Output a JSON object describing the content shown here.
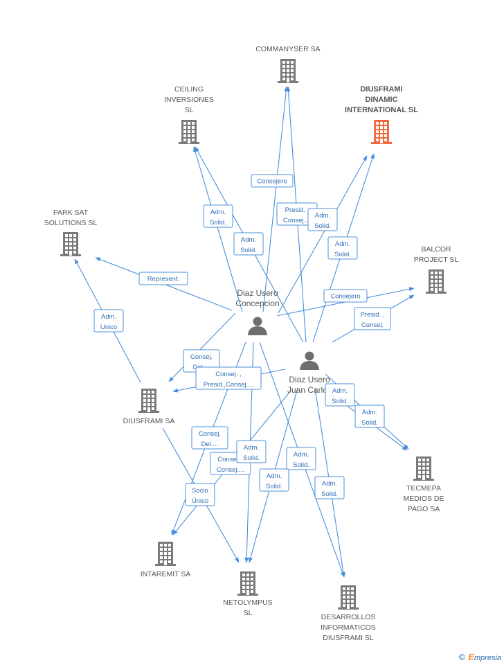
{
  "colors": {
    "edge": "#4a8fdc",
    "company": "#7a7a7a",
    "highlight": "#f26a3d",
    "person": "#6e6e6e"
  },
  "nodes": {
    "commanyser": {
      "kind": "company",
      "label": [
        "COMMANYSER SA"
      ]
    },
    "ceiling": {
      "kind": "company",
      "label": [
        "CEILING",
        "INVERSIONES",
        "SL"
      ]
    },
    "diusframi_dinamic": {
      "kind": "company",
      "highlight": true,
      "label": [
        "DIUSFRAMI",
        "DINAMIC",
        "INTERNATIONAL SL"
      ]
    },
    "park_sat": {
      "kind": "company",
      "label": [
        "PARK SAT",
        "SOLUTIONS SL"
      ]
    },
    "balcor": {
      "kind": "company",
      "label": [
        "BALCOR",
        "PROJECT SL"
      ]
    },
    "diusframi_sa": {
      "kind": "company",
      "label": [
        "DIUSFRAMI SA"
      ]
    },
    "tecmepa": {
      "kind": "company",
      "label": [
        "TECMEPA",
        "MEDIOS DE",
        "PAGO SA"
      ]
    },
    "intaremit": {
      "kind": "company",
      "label": [
        "INTAREMIT SA"
      ]
    },
    "netolympus": {
      "kind": "company",
      "label": [
        "NETOLYMPUS",
        "SL"
      ]
    },
    "desarrollos": {
      "kind": "company",
      "label": [
        "DESARROLLOS",
        "INFORMATICOS",
        "DIUSFRAMI SL"
      ]
    },
    "concepcion": {
      "kind": "person",
      "label": [
        "Diaz Usero",
        "Concepcion"
      ]
    },
    "juan_carlos": {
      "kind": "person",
      "label": [
        "Diaz Usero",
        "Juan Carlos"
      ]
    }
  },
  "relations": [
    {
      "id": "r1",
      "lines": [
        "Consejero"
      ]
    },
    {
      "id": "r2",
      "lines": [
        "Adm.",
        "Solid."
      ]
    },
    {
      "id": "r3",
      "lines": [
        "Adm.",
        "Solid."
      ]
    },
    {
      "id": "r4",
      "lines": [
        "Presid. ,",
        "Consej...."
      ]
    },
    {
      "id": "r5",
      "lines": [
        "Adm.",
        "Solid."
      ]
    },
    {
      "id": "r6",
      "lines": [
        "Adm.",
        "Solid."
      ]
    },
    {
      "id": "r7",
      "lines": [
        "Represent."
      ]
    },
    {
      "id": "r8",
      "lines": [
        "Consejero"
      ]
    },
    {
      "id": "r9",
      "lines": [
        "Presid. ,",
        "Consej."
      ]
    },
    {
      "id": "r10",
      "lines": [
        "Adm.",
        "Unico"
      ]
    },
    {
      "id": "r11",
      "lines": [
        "Consej.",
        "Del...."
      ]
    },
    {
      "id": "r12",
      "lines": [
        "Consej. ,",
        "Presid.,Consej...."
      ]
    },
    {
      "id": "r13",
      "lines": [
        "Adm.",
        "Solid."
      ]
    },
    {
      "id": "r14",
      "lines": [
        "Adm.",
        "Solid."
      ]
    },
    {
      "id": "r15",
      "lines": [
        "Consej.",
        "Del...."
      ]
    },
    {
      "id": "r16",
      "lines": [
        "Consej. ,",
        "Consej...."
      ]
    },
    {
      "id": "r17",
      "lines": [
        "Adm.",
        "Solid."
      ]
    },
    {
      "id": "r18",
      "lines": [
        "Adm.",
        "Solid."
      ]
    },
    {
      "id": "r19",
      "lines": [
        "Adm.",
        "Solid."
      ]
    },
    {
      "id": "r20",
      "lines": [
        "Socio",
        "Único"
      ]
    },
    {
      "id": "r21",
      "lines": [
        "Adm.",
        "Solid."
      ]
    }
  ],
  "brand": {
    "copyright": "©",
    "e": "E",
    "rest": "mpresia"
  }
}
